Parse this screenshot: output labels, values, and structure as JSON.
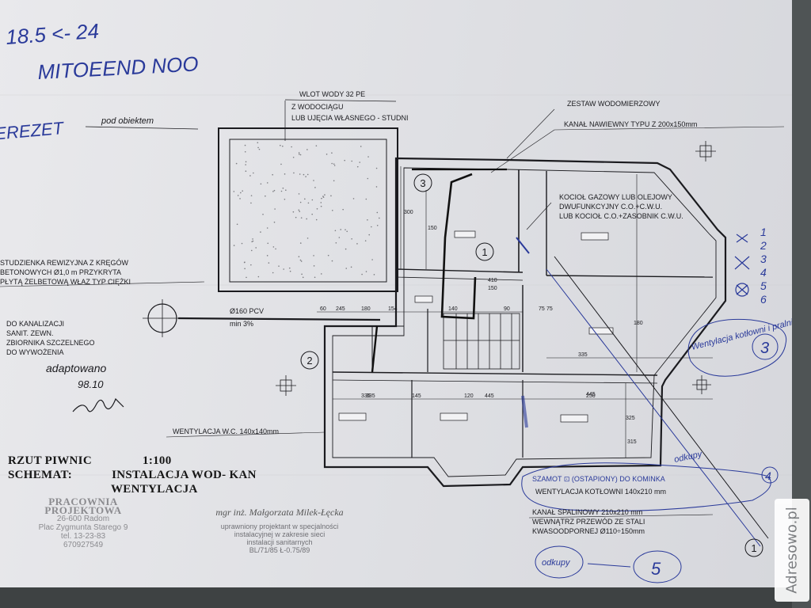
{
  "handwritten": {
    "top_left_code": "MITOEEND NOO",
    "top_left_number": "18.5 <- 24",
    "side_left": "EREZET",
    "adapt_note": "adaptowano",
    "adapt_date": "98.10",
    "legend_marks": [
      "1",
      "2",
      "3",
      "4",
      "5",
      "6"
    ],
    "wentylacja_note": "Wentylacja kotłowni i pralni",
    "circle_3": "3",
    "circle_5": "5",
    "circle_4": "4",
    "odkupy": "odkupy",
    "odkupy2": "odkupy"
  },
  "annotations": {
    "pod_obiektem": "pod obiektem",
    "wlot_wody": "WLOT WODY 32 PE",
    "z_wodociagu": "Z WODOCIĄGU",
    "lub_ujecia": "LUB UJĘCIA WŁASNEGO - STUDNI",
    "zestaw": "ZESTAW WODOMIERZOWY",
    "kanal": "KANAŁ NAWIEWNY TYPU Z 200x150mm",
    "kociol_1": "KOCIOŁ GAZOWY LUB OLEJOWY",
    "kociol_2": "DWUFUNKCYJNY C.O.+C.W.U.",
    "kociol_3": "LUB KOCIOŁ C.O.+ZASOBNIK C.W.U.",
    "studzienka_1": "STUDZIENKA REWIZYJNA Z KRĘGÓW",
    "studzienka_2": "BETONOWYCH Ø1,0 m PRZYKRYTA",
    "studzienka_3": "PŁYTĄ ŻELBETOWĄ WŁAZ TYP CIĘŻKI",
    "kanalizacja_1": "DO KANALIZACJI",
    "kanalizacja_2": "SANIT. ZEWN.",
    "kanalizacja_3": "ZBIORNIKA SZCZELNEGO",
    "kanalizacja_4": "DO WYWOŻENIA",
    "pipe_label": "Ø160 PCV",
    "pipe_slope": "min 3%",
    "wentylacja_wc": "WENTYLACJA W.C. 140x140mm",
    "szamot": "SZAMOT ⊡ (OSTAPIONY) DO KOMINKA",
    "wentylacja_kot": "WENTYLACJA KOTŁOWNI 140x210 mm",
    "spalinowy_1": "KANAŁ SPALINOWY 210x210 mm",
    "spalinowy_2": "WEWNĄTRZ PRZEWÓD ZE STALI",
    "spalinowy_3": "KWASOODPORNEJ Ø110÷150mm",
    "marker_1": "1",
    "marker_2": "2",
    "marker_3": "3",
    "corner_mark": "1"
  },
  "dimensions": [
    "60",
    "245",
    "180",
    "154",
    "410",
    "150",
    "140",
    "75",
    "335",
    "145",
    "120",
    "445",
    "250",
    "335",
    "180",
    "300",
    "150",
    "90",
    "75",
    "335",
    "325",
    "445",
    "315"
  ],
  "title_block": {
    "line1_left": "RZUT PIWNIC",
    "line1_scale": "1:100",
    "line2_left": "SCHEMAT:",
    "line2_right": "INSTALACJA WOD- KAN",
    "line3_right": "WENTYLACJA"
  },
  "stamp_left": {
    "line1": "PRACOWNIA PROJEKTOWA",
    "line2": "26-600 Radom",
    "line3": "Plac Zygmunta Starego 9",
    "line4": "tel. 13-23-83",
    "line5": "670927549"
  },
  "stamp_mid": {
    "signature": "mgr inż. Małgorzata Milek-Łęcka",
    "line1": "uprawniony projektant w specjalności",
    "line2": "instalacyjnej w zakresie sieci",
    "line3": "instalacji sanitarnych",
    "line4": "BL/71/85    Ł-0.75/89"
  },
  "watermark": "Adresowo.pl",
  "colors": {
    "paper": "#e3e4e8",
    "ink": "#1b1b1f",
    "pen_blue": "#2a3a9a"
  }
}
